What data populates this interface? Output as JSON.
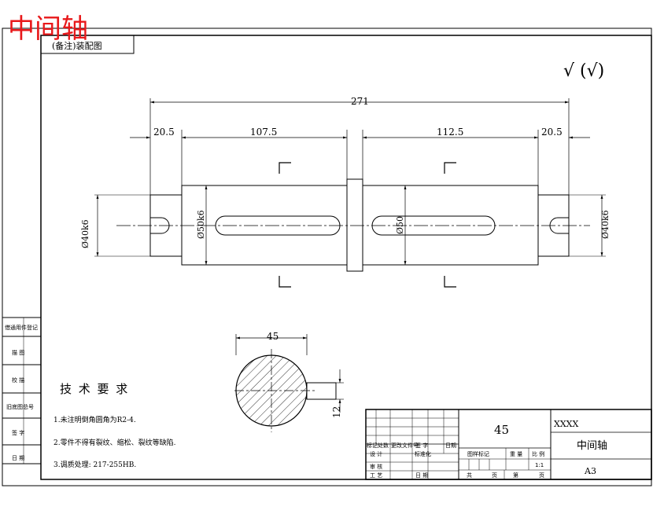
{
  "title_overlay": "中间轴",
  "view_label": "(备注)装配图",
  "surface_finish": "√ (√)",
  "dimensions": {
    "overall_length": "271",
    "left_end_length": "20.5",
    "left_body_length": "107.5",
    "right_body_length": "112.5",
    "right_end_length": "20.5",
    "left_journal_diameter": "Ø40k6",
    "body_diameter": "Ø50k6",
    "right_body_diameter": "Ø50",
    "right_journal_diameter": "Ø40k6",
    "section_width": "45",
    "keyway_width": "12"
  },
  "tech_requirements": {
    "heading": "技 术 要 求",
    "items": [
      "1.未注明倒角圆角为R2-4.",
      "2.零件不得有裂纹、缩松、裂纹等缺陷.",
      "3.调质处理: 217-255HB."
    ]
  },
  "side_table": [
    "借通用件登记",
    "描 图",
    "校 描",
    "旧底图总号",
    "签 字",
    "日 期"
  ],
  "title_block": {
    "material": "45",
    "drawing_number": "XXXX",
    "part_name": "中间轴",
    "sheet_size": "A3",
    "scale": "1:1",
    "header_row": [
      "标记处数",
      "更改文件号",
      "签 字",
      "日期"
    ],
    "design_label": "设 计",
    "standardize_label": "标准化",
    "review_label": "审 核",
    "process_label": "工 艺",
    "date_label": "日 期",
    "stage_label": "图样标记",
    "weight_label": "重 量",
    "scale_label": "比 例",
    "total_label": "共",
    "sheet_unit": "页",
    "page_label": "第",
    "page_unit": "页"
  }
}
